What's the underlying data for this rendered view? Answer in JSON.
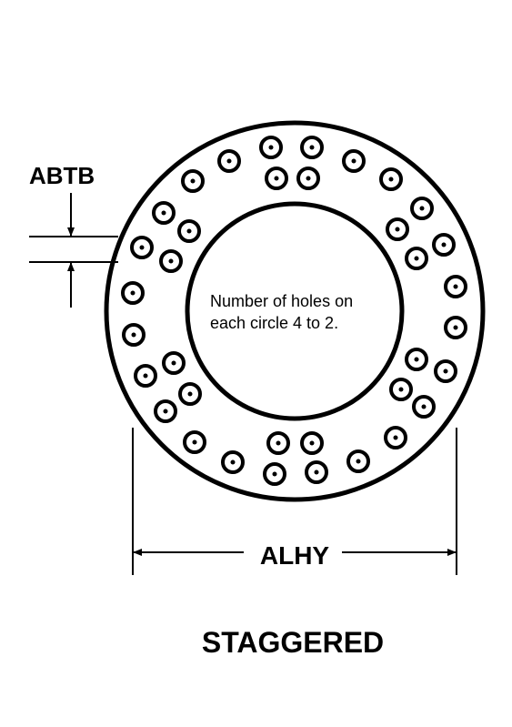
{
  "labels": {
    "abtb": "ABTB",
    "alhy": "ALHY",
    "note_line1": "Number of holes on",
    "note_line2": "each circle 4 to 2.",
    "caption": "STAGGERED"
  }
}
